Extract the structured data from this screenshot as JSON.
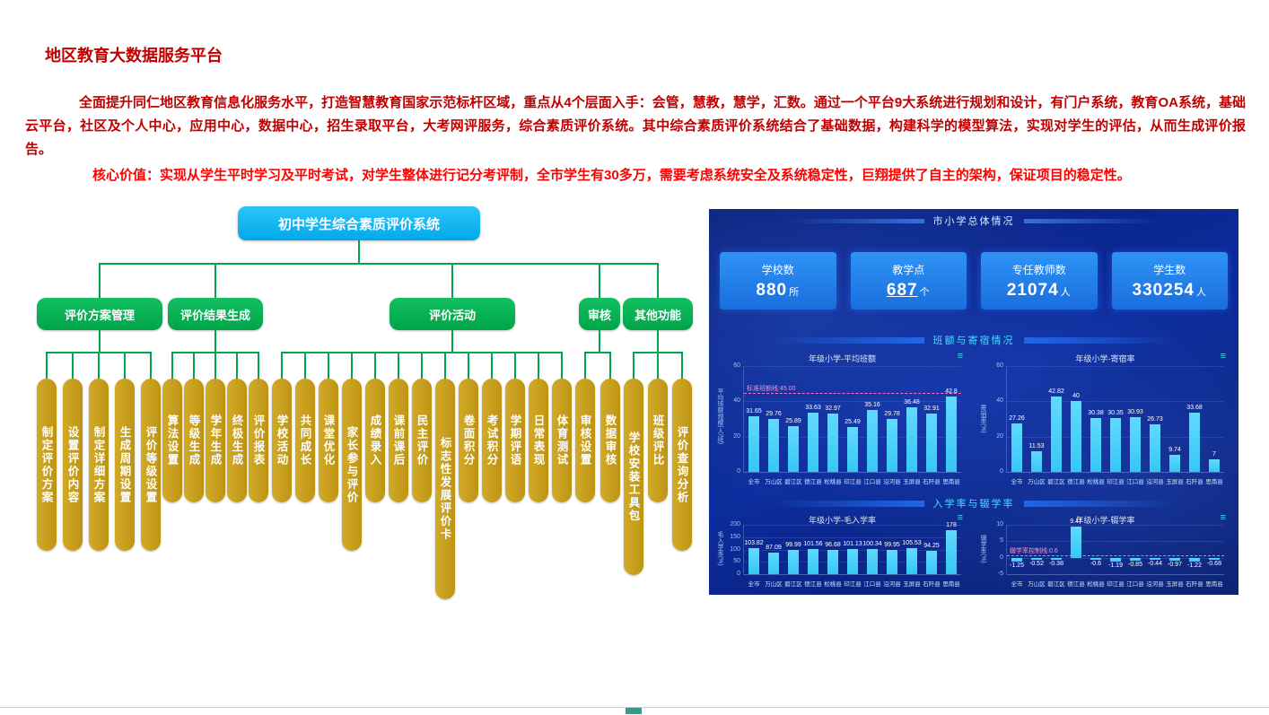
{
  "page": {
    "title": "地区教育大数据服务平台",
    "intro": "全面提升同仁地区教育信息化服务水平，打造智慧教育国家示范标杆区域，重点从4个层面入手：会管，慧教，慧学，汇数。通过一个平台9大系统进行规划和设计，有门户系统，教育OA系统，基础云平台，社区及个人中心，应用中心，数据中心，招生录取平台，大考网评服务，综合素质评价系统。其中综合素质评价系统结合了基础数据，构建科学的模型算法，实现对学生的评估，从而生成评价报告。",
    "core_value": "核心价值：实现从学生平时学习及平时考试，对学生整体进行记分考评制，全市学生有30多万，需要考虑系统安全及系统稳定性，巨翔提供了自主的架构，保证项目的稳定性。"
  },
  "org_chart": {
    "root": "初中学生综合素质评价系统",
    "branches": [
      {
        "label": "评价方案管理",
        "children": [
          "制定评价方案",
          "设置评价内容",
          "制定详细方案",
          "生成周期设置",
          "评价等级设置"
        ]
      },
      {
        "label": "评价结果生成",
        "children": [
          "算法设置",
          "等级生成",
          "学年生成",
          "终极生成",
          "评价报表"
        ]
      },
      {
        "label": "评价活动",
        "children": [
          "学校活动",
          "共同成长",
          "课堂优化",
          "家长参与评价",
          "成绩录入",
          "课前课后",
          "民主评价",
          "标志性发展评价卡",
          "卷面积分",
          "考试积分",
          "学期评语",
          "日常表现",
          "体育测试"
        ]
      },
      {
        "label": "审核",
        "children": [
          "审核设置",
          "数据审核"
        ]
      },
      {
        "label": "其他功能",
        "children": [
          "学校安装工具包",
          "班级评比",
          "评价查询分析"
        ]
      }
    ]
  },
  "dashboard": {
    "header": "市小学总体情况",
    "stats": [
      {
        "label": "学校数",
        "value": "880",
        "unit": "所"
      },
      {
        "label": "教学点",
        "value": "687",
        "unit": "个"
      },
      {
        "label": "专任教师数",
        "value": "21074",
        "unit": "人"
      },
      {
        "label": "学生数",
        "value": "330254",
        "unit": "人"
      }
    ],
    "section_titles": [
      "班额与寄宿情况",
      "入学率与辍学率"
    ]
  },
  "chart_data": [
    {
      "type": "bar",
      "title": "年级小学-平均班额",
      "ylabel": "平均班额规模(人/班)",
      "categories": [
        "全市",
        "万山区",
        "碧江区",
        "德江县",
        "松桃县",
        "印江县",
        "江口县",
        "沿河县",
        "玉屏县",
        "石阡县",
        "思南县"
      ],
      "values": [
        31.65,
        29.76,
        25.89,
        33.63,
        32.97,
        25.49,
        35.16,
        29.78,
        36.48,
        32.91,
        42.8
      ],
      "ylim": [
        0,
        60
      ],
      "yticks": [
        0,
        20,
        40,
        60
      ],
      "annotation": {
        "value": 45,
        "label": "标准班额线:45.00"
      },
      "bar_color": "#35c8f5",
      "grid": true,
      "legend": "none"
    },
    {
      "type": "bar",
      "title": "年级小学-寄宿率",
      "ylabel": "寄宿率(%)",
      "categories": [
        "全市",
        "万山区",
        "碧江区",
        "德江县",
        "松桃县",
        "印江县",
        "江口县",
        "沿河县",
        "玉屏县",
        "石阡县",
        "思南县"
      ],
      "values": [
        27.26,
        11.53,
        42.82,
        40,
        30.38,
        30.35,
        30.93,
        26.73,
        9.74,
        33.68,
        7
      ],
      "ylim": [
        0,
        60
      ],
      "yticks": [
        0,
        20,
        40,
        60
      ],
      "bar_color": "#35c8f5",
      "grid": true,
      "legend": "none"
    },
    {
      "type": "bar",
      "title": "年级小学-毛入学率",
      "ylabel": "毛入学率(%)",
      "categories": [
        "全市",
        "万山区",
        "碧江区",
        "德江县",
        "松桃县",
        "印江县",
        "江口县",
        "沿河县",
        "玉屏县",
        "石阡县",
        "思南县"
      ],
      "values": [
        103.82,
        87.09,
        99.99,
        101.56,
        96.68,
        101.13,
        100.34,
        99.95,
        105.53,
        94.25,
        178
      ],
      "ylim": [
        0,
        200
      ],
      "yticks": [
        0,
        50,
        100,
        150,
        200
      ],
      "bar_color": "#35c8f5",
      "grid": true,
      "legend": "none"
    },
    {
      "type": "bar",
      "title": "年级小学-辍学率",
      "ylabel": "辍学率(%)",
      "categories": [
        "全市",
        "万山区",
        "碧江区",
        "德江县",
        "松桃县",
        "印江县",
        "江口县",
        "沿河县",
        "玉屏县",
        "石阡县",
        "思南县"
      ],
      "values": [
        -1.25,
        -0.52,
        -0.38,
        9.47,
        -0.6,
        -1.19,
        -0.85,
        -0.44,
        -0.97,
        -1.22,
        -0.68
      ],
      "ylim": [
        -5,
        10
      ],
      "yticks": [
        -5,
        0,
        5,
        10
      ],
      "annotation": {
        "value": 0.6,
        "label": "辍学率控制线:0.6"
      },
      "bar_color": "#35c8f5",
      "grid": true,
      "legend": "none"
    }
  ],
  "colors": {
    "title_red": "#c00000",
    "core_red": "#ff0000",
    "root_blue": "#00aeef",
    "node_green": "#00b050",
    "pill_gold": "#c9a120",
    "bar_cyan": "#35c8f5",
    "dashboard_bg": "#0a1e78",
    "band_cyan": "#3fe0ff"
  },
  "footer": {
    "indicator": ""
  }
}
